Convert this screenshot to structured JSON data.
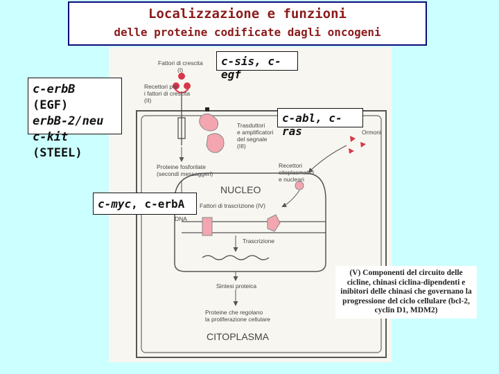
{
  "title": {
    "line1": "Localizzazione e funzioni",
    "line2": "delle proteine codificate dagli oncogeni"
  },
  "callouts": {
    "sis": "c-sis, c-egf",
    "erb_line1_it": "c-erbB",
    "erb_line1_rest": " (EGF)",
    "erb_line2": "erbB-2/neu",
    "erb_line3_it": "c-kit",
    "erb_line3_rest": " (STEEL)",
    "abl": "c-abl, c-ras",
    "myc_it": "c-myc",
    "myc_rest": ", c-erbA"
  },
  "component_v": {
    "line1": "(V) Componenti del circuito delle",
    "line2": "cicline, chinasi ciclina-dipendenti e",
    "line3": "inibitori delle chinasi che governano la",
    "line4": "progressione del ciclo cellulare (bcl-2,",
    "line5": "cyclin D1, MDM2)"
  },
  "figure_labels": {
    "growth_factors_1": "Fattori di crescita",
    "growth_factors_2": "(I)",
    "receptors_1": "Recettori per",
    "receptors_2": "i fattori di crescita",
    "receptors_3": "(II)",
    "transducers_1": "Trasduttori",
    "transducers_2": "e amplificatori",
    "transducers_3": "del segnale",
    "transducers_4": "(III)",
    "hormones": "Ormoni",
    "phospho_1": "Proteine fosforilate",
    "phospho_2": "(secondi messaggeri)",
    "cyto_receptors_1": "Recettori",
    "cyto_receptors_2": "citoplasmatici",
    "cyto_receptors_3": "e nucleari",
    "nucleus": "NUCLEO",
    "transcription_factors": "Fattori di trascrizione (IV)",
    "dna": "DNA",
    "transcription": "Trascrizione",
    "protein_synthesis": "Sintesi proteica",
    "regulators_1": "Proteine che regolano",
    "regulators_2": "la proliferazione cellulare",
    "cytoplasm": "CITOPLASMA"
  },
  "colors": {
    "background": "#ccffff",
    "title_text": "#8b1a1a",
    "title_border": "#0a0a7a",
    "accent_pink": "#f4a6b0",
    "ligand_red": "#d9364a"
  }
}
